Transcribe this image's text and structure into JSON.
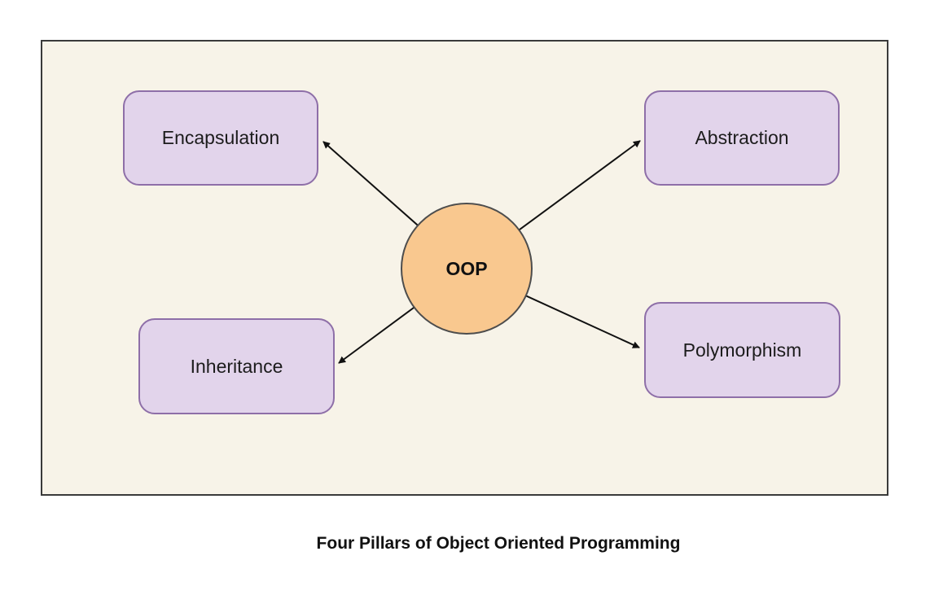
{
  "diagram": {
    "center": {
      "label": "OOP"
    },
    "nodes": [
      {
        "id": "encapsulation",
        "label": "Encapsulation"
      },
      {
        "id": "abstraction",
        "label": "Abstraction"
      },
      {
        "id": "inheritance",
        "label": "Inheritance"
      },
      {
        "id": "polymorphism",
        "label": "Polymorphism"
      }
    ],
    "arrows": [
      {
        "from": "OOP",
        "to": "Encapsulation"
      },
      {
        "from": "OOP",
        "to": "Abstraction"
      },
      {
        "from": "OOP",
        "to": "Inheritance"
      },
      {
        "from": "OOP",
        "to": "Polymorphism"
      }
    ],
    "caption": "Four Pillars of Object Oriented Programming",
    "colors": {
      "page_background": "#ffffff",
      "panel_background": "#f7f3e8",
      "panel_border": "#3a3a3a",
      "node_fill": "#e2d4eb",
      "node_border": "#8e6fa8",
      "center_fill": "#f9c88f",
      "center_border": "#4d4d4d",
      "arrow": "#111111",
      "text": "#1c1c1c"
    }
  }
}
